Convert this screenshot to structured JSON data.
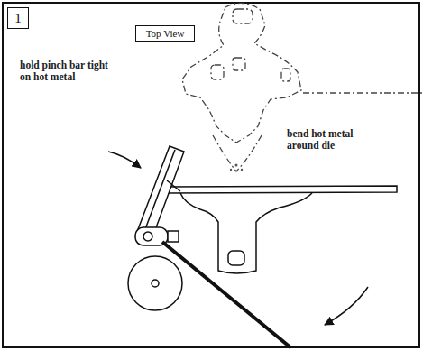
{
  "diagram": {
    "nodes": [
      {
        "text": [
          "1"
        ]
      },
      {
        "text": [
          "Top View"
        ]
      }
    ],
    "labels": [
      "hold pinch bar tight on hot metal",
      "bend hot metal around die"
    ]
  }
}
